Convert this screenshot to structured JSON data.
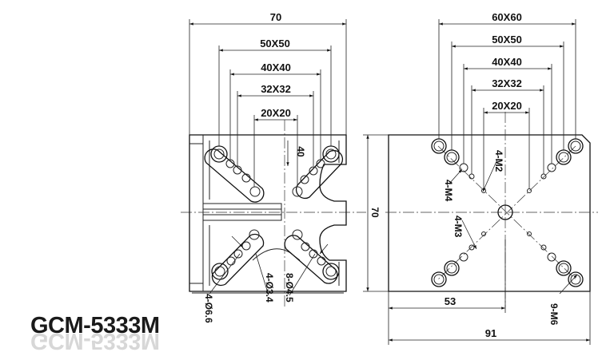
{
  "model": "GCM-5333M",
  "left_view": {
    "dim_overall_width": "70",
    "dim_50": "50X50",
    "dim_40": "40X40",
    "dim_32": "32X32",
    "dim_20": "20X20",
    "dim_40_vertical": "40",
    "callout_hole_66": "4-Ø6.6",
    "callout_hole_34": "4-Ø3.4",
    "callout_hole_45": "8-Ø4.5"
  },
  "right_view": {
    "dim_60": "60X60",
    "dim_50": "50X50",
    "dim_40": "40X40",
    "dim_32": "32X32",
    "dim_20": "20X20",
    "dim_height": "70",
    "dim_53": "53",
    "dim_91": "91",
    "callout_m2": "4-M2",
    "callout_m4": "4-M4",
    "callout_m3": "4-M3",
    "callout_m6": "9-M6"
  }
}
